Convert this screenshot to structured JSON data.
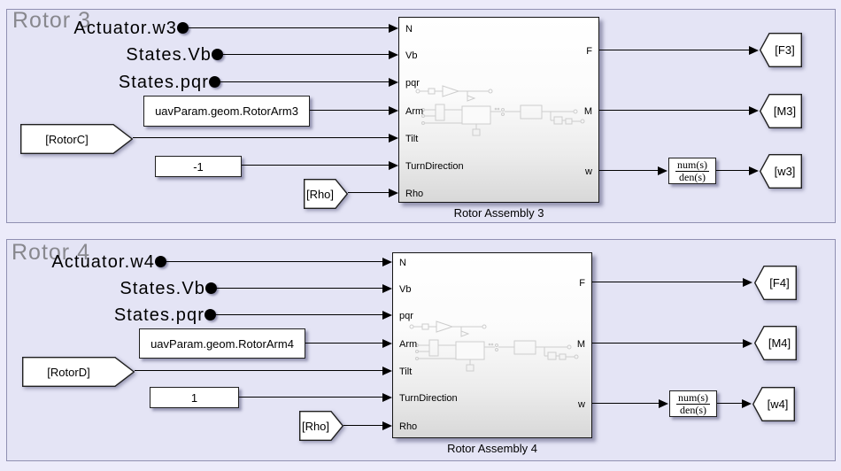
{
  "colors": {
    "canvas_bg": "#ecebfa",
    "area_fill": "#e4e4f5",
    "area_border": "#9090b2",
    "area_title_gray": "#88888e",
    "block_fill": "#ffffff",
    "block_border": "#1f1f1f",
    "line_color": "#000000"
  },
  "rotors": [
    {
      "title": "Rotor 3",
      "inputs": {
        "actuator": "Actuator.w3",
        "vb": "States.Vb",
        "pqr": "States.pqr"
      },
      "arm_constant": "uavParam.geom.RotorArm3",
      "rotor_from": "[RotorC]",
      "turn_constant": "-1",
      "rho_from": "[Rho]",
      "assembly": {
        "name": "Rotor Assembly 3",
        "in_ports": [
          "N",
          "Vb",
          "pqr",
          "Arm",
          "Tilt",
          "TurnDirection",
          "Rho"
        ],
        "out_ports": [
          "F",
          "M",
          "w"
        ]
      },
      "transfer_fcn": {
        "num": "num(s)",
        "den": "den(s)"
      },
      "goto_f": "[F3]",
      "goto_m": "[M3]",
      "goto_w": "[w3]"
    },
    {
      "title": "Rotor 4",
      "inputs": {
        "actuator": "Actuator.w4",
        "vb": "States.Vb",
        "pqr": "States.pqr"
      },
      "arm_constant": "uavParam.geom.RotorArm4",
      "rotor_from": "[RotorD]",
      "turn_constant": "1",
      "rho_from": "[Rho]",
      "assembly": {
        "name": "Rotor Assembly 4",
        "in_ports": [
          "N",
          "Vb",
          "pqr",
          "Arm",
          "Tilt",
          "TurnDirection",
          "Rho"
        ],
        "out_ports": [
          "F",
          "M",
          "w"
        ]
      },
      "transfer_fcn": {
        "num": "num(s)",
        "den": "den(s)"
      },
      "goto_f": "[F4]",
      "goto_m": "[M4]",
      "goto_w": "[w4]"
    }
  ]
}
